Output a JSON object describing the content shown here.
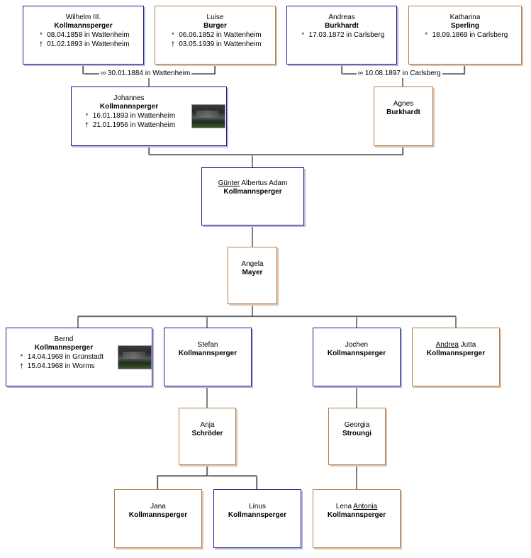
{
  "people": {
    "wilhelm": {
      "given_pre": "",
      "given_u": "",
      "given_post": "Wilhelm III.",
      "surname": "Kollmannsperger",
      "birth": "08.04.1858 in Wattenheim",
      "death": "01.02.1893 in Wattenheim"
    },
    "luise": {
      "given_pre": "",
      "given_u": "",
      "given_post": "Luise",
      "surname": "Burger",
      "birth": "06.06.1852 in Wattenheim",
      "death": "03.05.1939 in Wattenheim"
    },
    "andreas": {
      "given_pre": "",
      "given_u": "",
      "given_post": "Andreas",
      "surname": "Burkhardt",
      "birth": "17.03.1872 in Carlsberg"
    },
    "katharina": {
      "given_pre": "",
      "given_u": "",
      "given_post": "Katharina",
      "surname": "Sperling",
      "birth": "18.09.1869 in Carlsberg"
    },
    "johannes": {
      "given_pre": "",
      "given_u": "",
      "given_post": "Johannes",
      "surname": "Kollmannsperger",
      "birth": "16.01.1893 in Wattenheim",
      "death": "21.01.1956 in Wattenheim"
    },
    "agnes": {
      "given_pre": "",
      "given_u": "",
      "given_post": "Agnes",
      "surname": "Burkhardt"
    },
    "guenter": {
      "given_pre": "",
      "given_u": "Günter",
      "given_post": " Albertus Adam",
      "surname": "Kollmannsperger"
    },
    "angela": {
      "given_pre": "",
      "given_u": "",
      "given_post": "Angela",
      "surname": "Mayer"
    },
    "bernd": {
      "given_pre": "",
      "given_u": "",
      "given_post": "Bernd",
      "surname": "Kollmannsperger",
      "birth": "14.04.1968 in Grünstadt",
      "death": "15.04.1968 in Worms"
    },
    "stefan": {
      "given_pre": "",
      "given_u": "",
      "given_post": "Stefan",
      "surname": "Kollmannsperger"
    },
    "jochen": {
      "given_pre": "",
      "given_u": "",
      "given_post": "Jochen",
      "surname": "Kollmannsperger"
    },
    "andrea": {
      "given_pre": "",
      "given_u": "Andrea",
      "given_post": " Jutta",
      "surname": "Kollmannsperger"
    },
    "anja": {
      "given_pre": "",
      "given_u": "",
      "given_post": "Anja",
      "surname": "Schröder"
    },
    "georgia": {
      "given_pre": "",
      "given_u": "",
      "given_post": "Georgia",
      "surname": "Stroungi"
    },
    "jana": {
      "given_pre": "",
      "given_u": "",
      "given_post": "Jana",
      "surname": "Kollmannsperger"
    },
    "linus": {
      "given_pre": "",
      "given_u": "",
      "given_post": "Linus",
      "surname": "Kollmannsperger"
    },
    "lena": {
      "given_pre": "Lena ",
      "given_u": "Antonia",
      "given_post": "",
      "surname": "Kollmannsperger"
    }
  },
  "marriages": {
    "m1": {
      "symbol": "∞",
      "text": "30.01.1884 in Wattenheim"
    },
    "m2": {
      "symbol": "∞",
      "text": "10.08.1897 in Carlsberg"
    }
  },
  "symbols": {
    "birth": "*",
    "death": "†"
  },
  "colors": {
    "male_border": "#1c1c8c",
    "female_border": "#b07c50",
    "line": "#000000"
  }
}
